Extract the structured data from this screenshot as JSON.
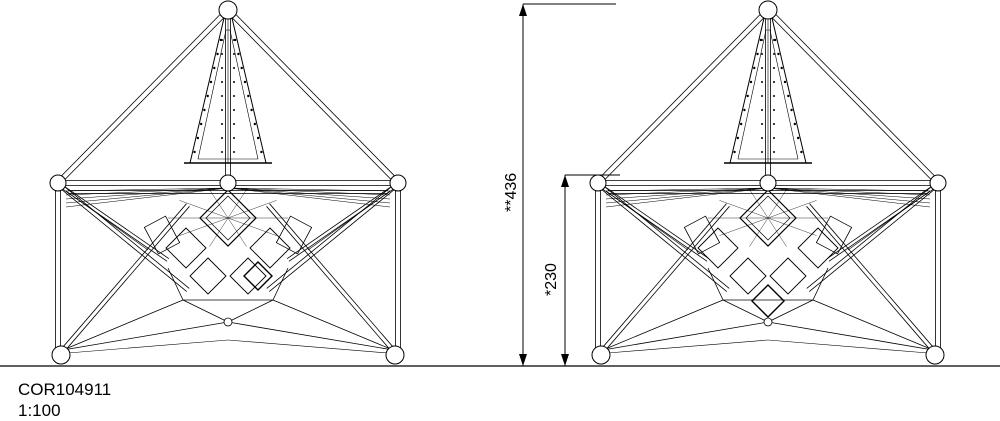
{
  "drawing": {
    "product_code": "COR104911",
    "scale": "1:100",
    "dimensions": {
      "total_height": "**436",
      "platform_height": "*230"
    }
  }
}
